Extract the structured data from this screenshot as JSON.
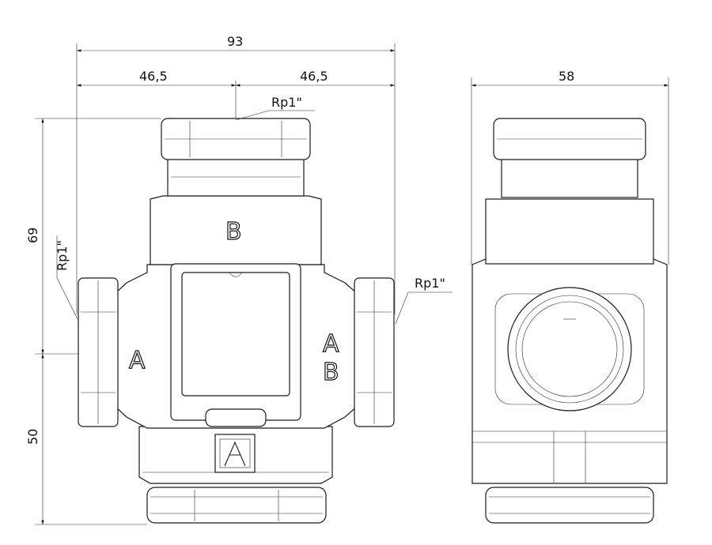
{
  "dimensions": {
    "total_width": "93",
    "left_half": "46,5",
    "right_half": "46,5",
    "side_width": "58",
    "upper_height": "69",
    "lower_height": "50"
  },
  "threads": {
    "top": "Rp1\"",
    "left": "Rp1\"",
    "right": "Rp1\""
  },
  "ports": {
    "top": "B",
    "left": "A",
    "right_upper": "A",
    "right_lower": "B"
  },
  "logo_label": "A"
}
